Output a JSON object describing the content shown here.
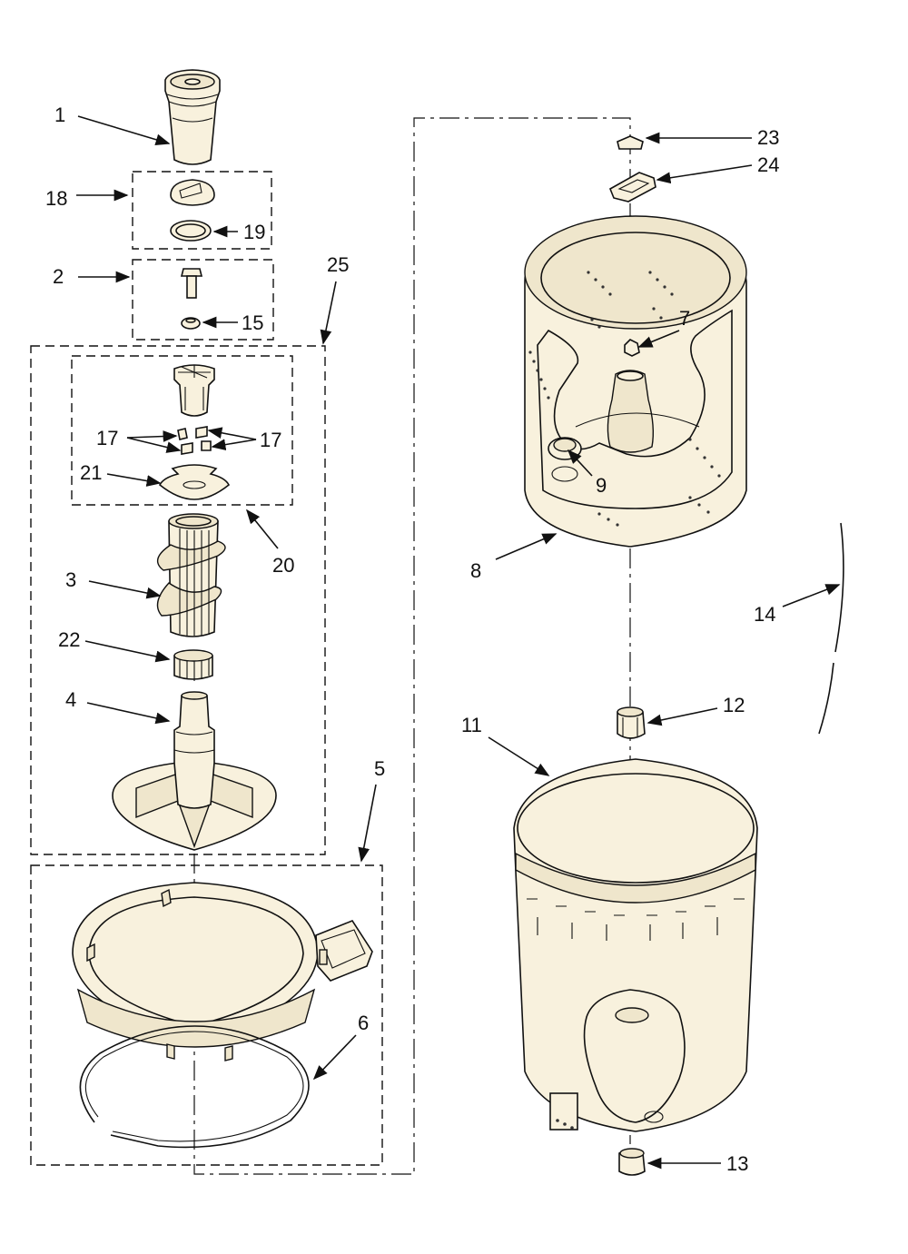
{
  "labels": {
    "p1": "1",
    "p2": "2",
    "p3": "3",
    "p4": "4",
    "p5": "5",
    "p6": "6",
    "p7": "7",
    "p8": "8",
    "p9": "9",
    "p11": "11",
    "p12": "12",
    "p13": "13",
    "p14": "14",
    "p15": "15",
    "p17a": "17",
    "p17b": "17",
    "p18": "18",
    "p19": "19",
    "p20": "20",
    "p21": "21",
    "p22": "22",
    "p23": "23",
    "p24": "24",
    "p25": "25"
  }
}
